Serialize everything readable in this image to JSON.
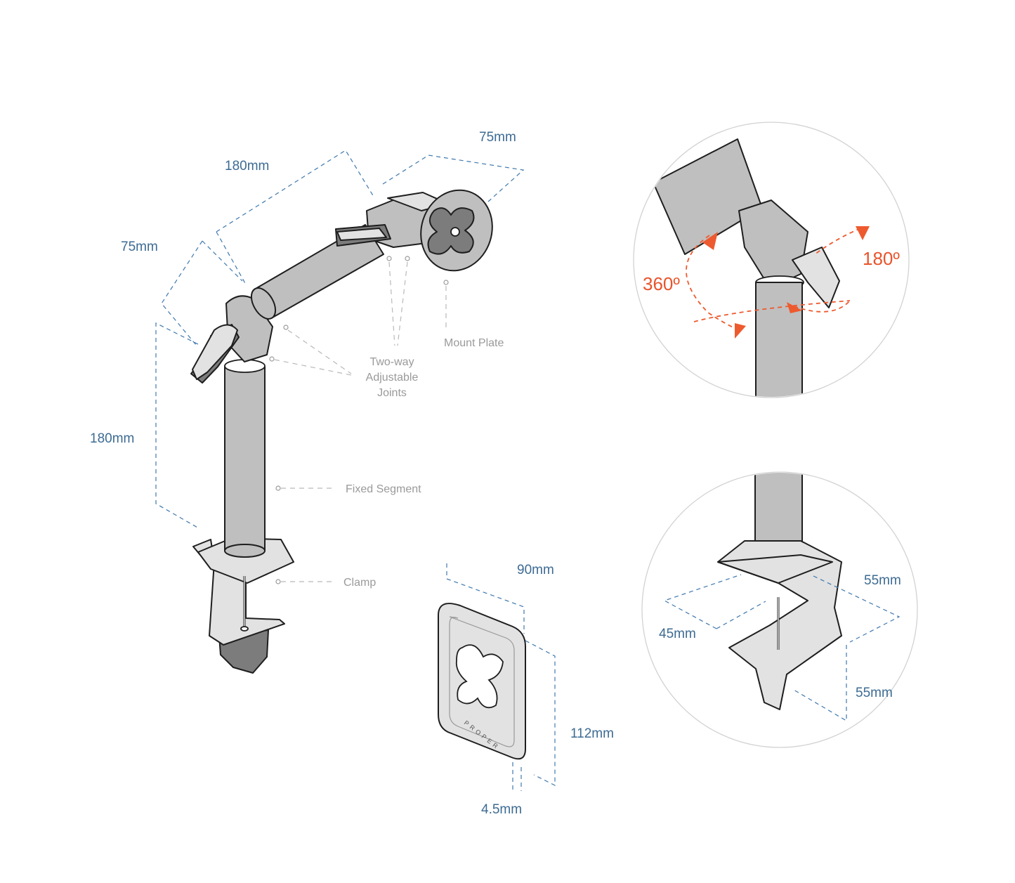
{
  "dimensions": {
    "arm_segment_length": "180mm",
    "joint_length_top": "75mm",
    "joint_length_left": "75mm",
    "fixed_segment_length": "180mm",
    "mount_plate_width": "90mm",
    "mount_plate_height": "112mm",
    "mount_plate_thickness": "4.5mm",
    "clamp_depth": "55mm",
    "clamp_width": "45mm",
    "clamp_opening": "55mm"
  },
  "callouts": {
    "mount_plate": "Mount Plate",
    "joints_line1": "Two-way",
    "joints_line2": "Adjustable",
    "joints_line3": "Joints",
    "fixed_segment": "Fixed Segment",
    "clamp": "Clamp"
  },
  "rotation": {
    "horizontal": "360º",
    "vertical": "180º"
  },
  "plate_brand": "PROPER",
  "colors": {
    "dimension_blue": "#3d6b93",
    "rotation_orange": "#e9542b",
    "callout_grey": "#9a9a9a"
  }
}
